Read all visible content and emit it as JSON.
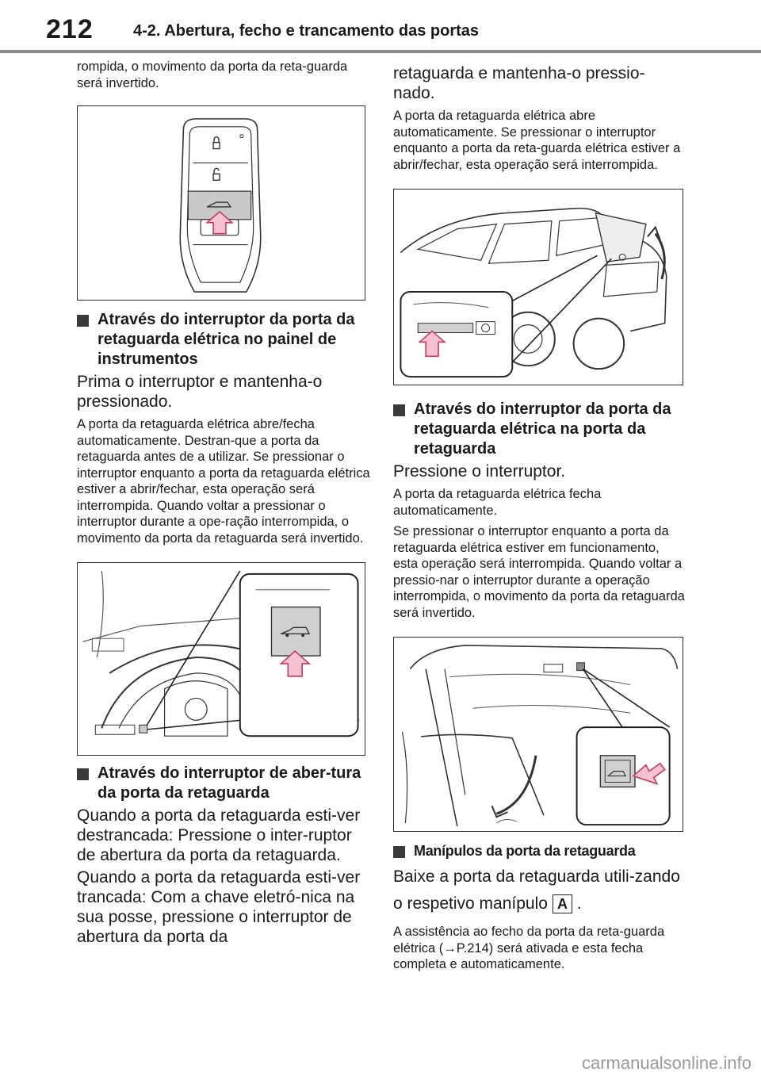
{
  "header": {
    "page_number": "212",
    "chapter": "4-2. Abertura, fecho e trancamento das portas"
  },
  "left": {
    "intro": "rompida, o movimento da porta da reta-guarda será invertido.",
    "s1_heading": "Através do interruptor da porta da retaguarda elétrica no painel de instrumentos",
    "s1_lead": "Prima o interruptor e mantenha-o pressionado.",
    "s1_body": "A porta da retaguarda elétrica abre/fecha automaticamente. Destran-que a porta da retaguarda antes de a utilizar. Se pressionar o interruptor enquanto a porta da retaguarda elétrica estiver a abrir/fechar, esta operação será interrompida. Quando voltar a pressionar o interruptor durante a ope-ração interrompida, o movimento da porta da retaguarda será invertido.",
    "s2_heading": "Através do interruptor de aber-tura da porta da retaguarda",
    "s2_lead1": "Quando a porta da retaguarda esti-ver destrancada: Pressione o inter-ruptor de abertura da porta da retaguarda.",
    "s2_lead2": "Quando a porta da retaguarda esti-ver trancada: Com a chave eletró-nica na sua posse, pressione o interruptor de abertura da porta da"
  },
  "right": {
    "intro_lead": "retaguarda e mantenha-o pressio-nado.",
    "intro_body": "A porta da retaguarda elétrica abre automaticamente. Se pressionar o interruptor enquanto a porta da reta-guarda elétrica estiver a abrir/fechar, esta operação será interrompida.",
    "s3_heading": "Através do interruptor da porta da retaguarda elétrica na porta da retaguarda",
    "s3_lead": "Pressione o interruptor.",
    "s3_body1": "A porta da retaguarda elétrica fecha automaticamente.",
    "s3_body2": "Se pressionar o interruptor enquanto a porta da retaguarda elétrica estiver em funcionamento, esta operação será interrompida. Quando voltar a pressio-nar o interruptor durante a operação interrompida, o movimento da porta da retaguarda será invertido.",
    "s4_heading": "Manípulos da porta da retaguarda",
    "s4_lead_a": "Baixe a porta da retaguarda utili-zando o respetivo manípulo",
    "s4_badge": "A",
    "s4_lead_b": ".",
    "s4_body": "A assistência ao fecho da porta da reta-guarda elétrica (→P.214) será ativada e esta fecha completa e automaticamente."
  },
  "footer": {
    "watermark": "carmanualsonline.info"
  }
}
